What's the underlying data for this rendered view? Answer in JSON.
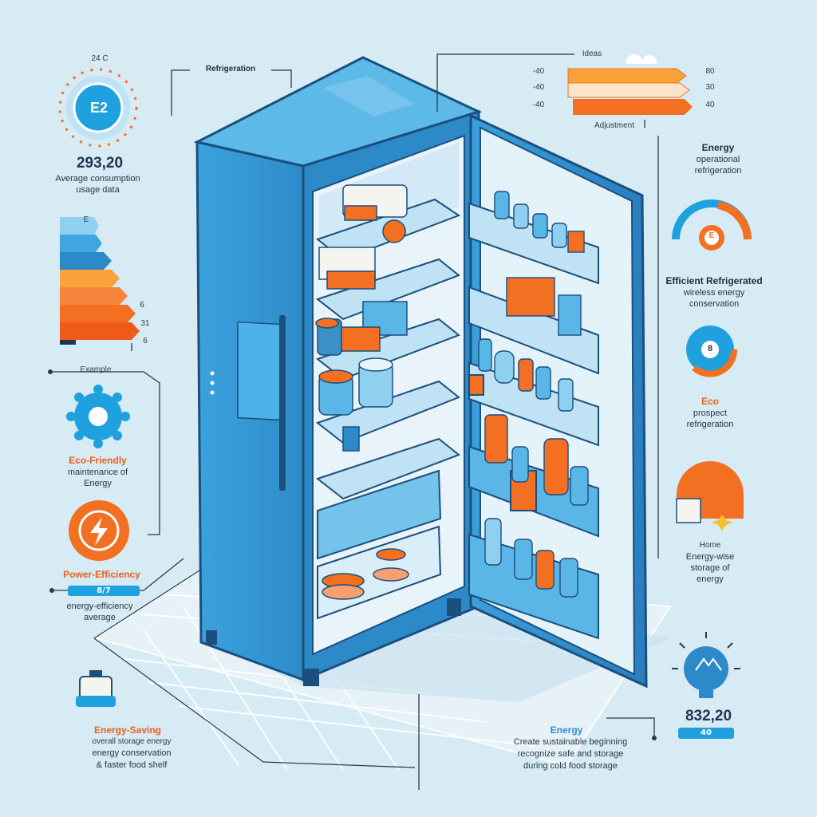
{
  "header": {
    "temp_reading": "24 C",
    "center_title": "Refrigeration",
    "top_right_label": "Ideas"
  },
  "left_panel": {
    "badge_label": "E2",
    "headline_value": "293,20",
    "headline_caption_1": "Average consumption",
    "headline_caption_2": "usage data",
    "rating_top_label": "E",
    "rating_values": [
      "6",
      "31",
      "6"
    ],
    "section_label": "Example",
    "eco_title": "Eco-Friendly",
    "eco_line_1": "maintenance of",
    "eco_line_2": "Energy",
    "power_title": "Power-Efficiency",
    "power_bar_value": "8/7",
    "power_line_1": "energy-efficiency",
    "power_line_2": "average",
    "bottom_title": "Energy-Saving",
    "bottom_line_1": "overall storage energy",
    "bottom_line_2": "energy conservation",
    "bottom_line_3": "& faster food shelf"
  },
  "right_panel": {
    "temps_left": [
      "-40",
      "-40",
      "-40"
    ],
    "temps_right": [
      "80",
      "30",
      "40"
    ],
    "temps_caption": "Adjustment",
    "energy_title": "Energy",
    "energy_line_1": "operational",
    "energy_line_2": "refrigeration",
    "gauge_badge": "E",
    "gauge_line_1": "Efficient Refrigerated",
    "gauge_line_2": "wireless energy",
    "gauge_line_3": "conservation",
    "circle_badge": "8",
    "circle_title": "Eco",
    "circle_line_1": "prospect",
    "circle_line_2": "refrigeration",
    "house_label": "Home",
    "house_line_1": "Energy-wise",
    "house_line_2": "storage of",
    "house_line_3": "energy",
    "bulb_value": "832,20",
    "bulb_pill": "40",
    "bottom_title": "Energy",
    "bottom_line_1": "Create sustainable beginning",
    "bottom_line_2": "recognize safe and storage",
    "bottom_line_3": "during cold food storage"
  },
  "colors": {
    "background": "#d6ebf4",
    "fridge_blue": "#3fa6df",
    "fridge_dark": "#1b4f7d",
    "accent_orange": "#f36f21",
    "accent_teal": "#1ea1de"
  }
}
